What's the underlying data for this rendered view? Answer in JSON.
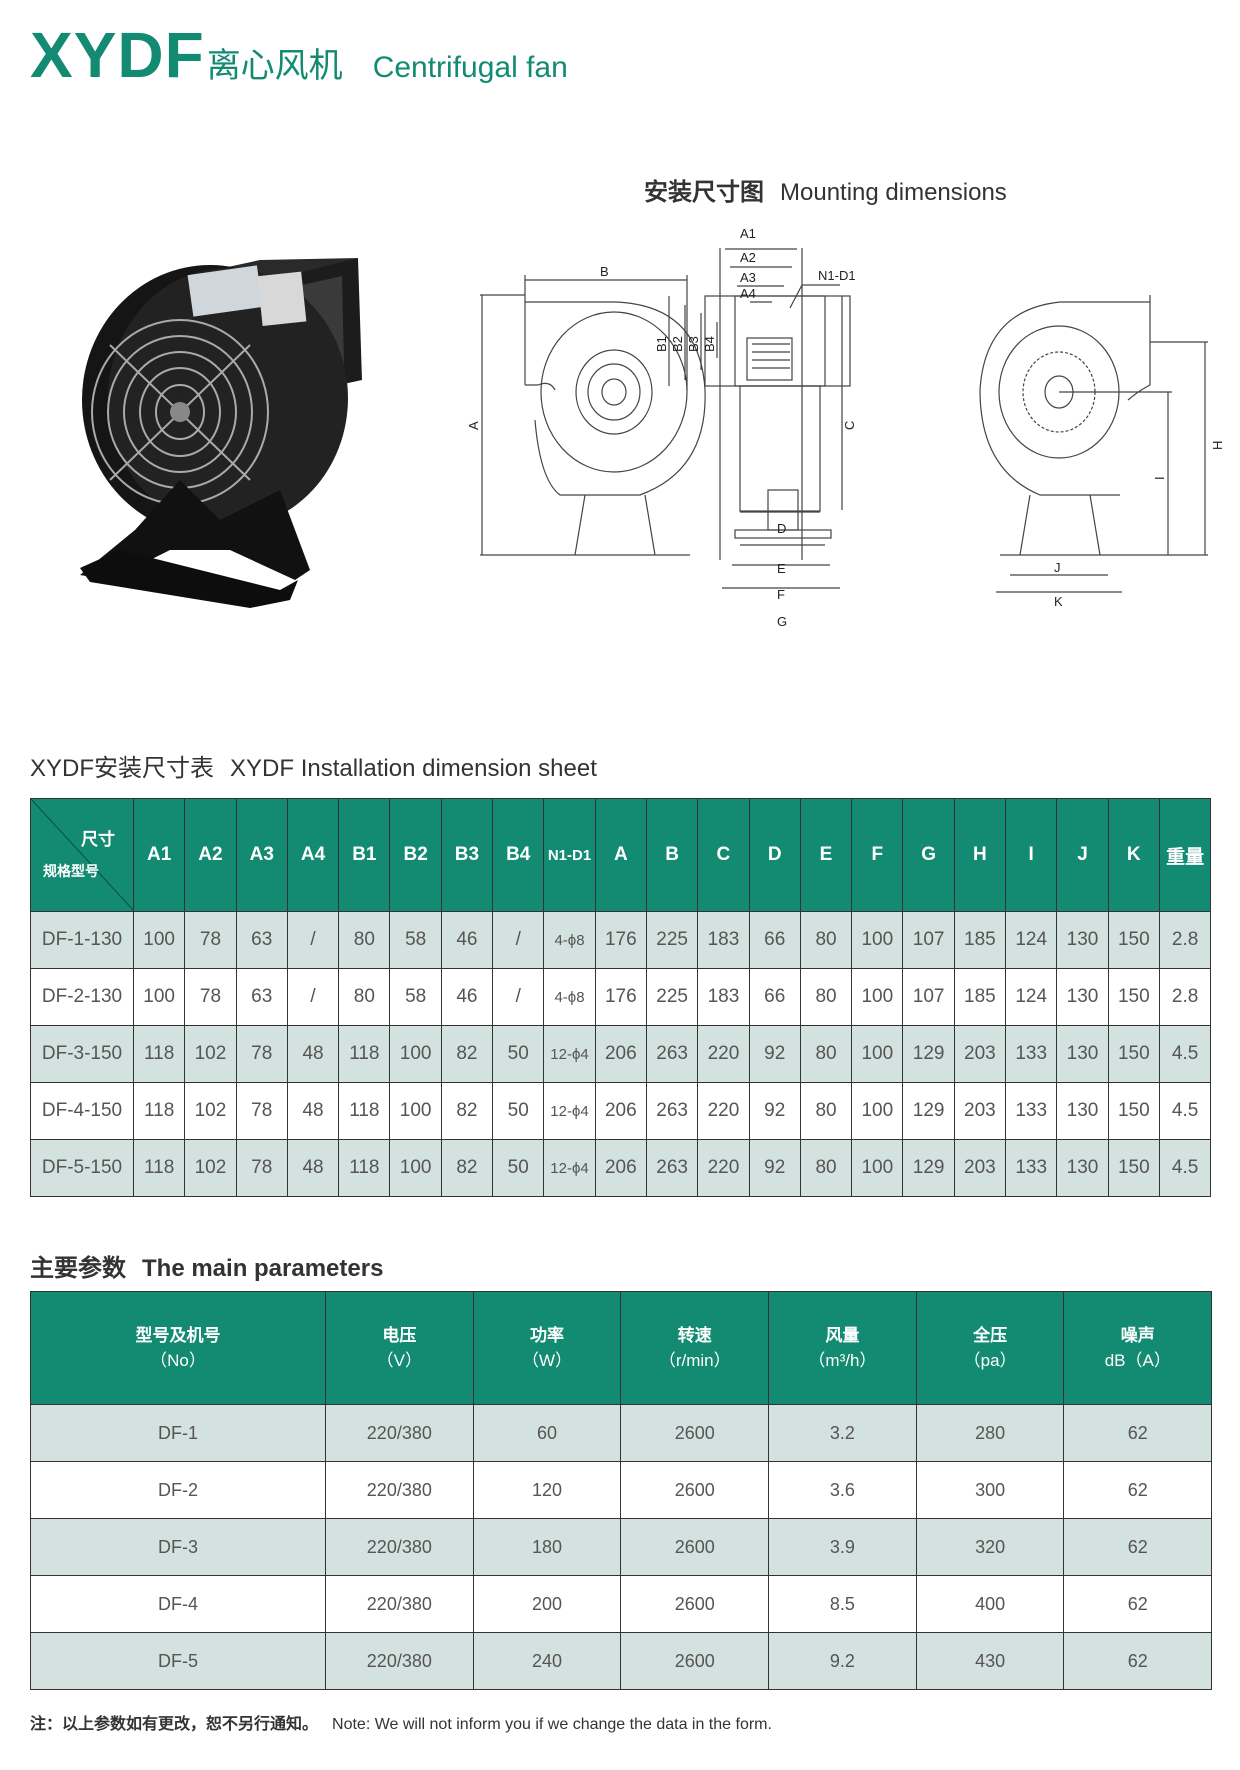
{
  "header": {
    "brand": "XYDF",
    "title_cn": "离心风机",
    "title_en": "Centrifugal fan"
  },
  "mounting": {
    "title_cn": "安装尺寸图",
    "title_en": "Mounting dimensions",
    "labels": {
      "A": "A",
      "B": "B",
      "A1": "A1",
      "A2": "A2",
      "A3": "A3",
      "A4": "A4",
      "N1D1": "N1-D1",
      "B1": "B1",
      "B2": "B2",
      "B3": "B3",
      "B4": "B4",
      "C": "C",
      "D": "D",
      "E": "E",
      "F": "F",
      "G": "G",
      "H": "H",
      "I": "I",
      "J": "J",
      "K": "K"
    }
  },
  "dimension_sheet": {
    "title_cn": "XYDF安装尺寸表",
    "title_en": "XYDF Installation dimension sheet",
    "corner_top": "尺寸",
    "corner_bottom": "规格型号",
    "columns": [
      "A1",
      "A2",
      "A3",
      "A4",
      "B1",
      "B2",
      "B3",
      "B4",
      "N1-D1",
      "A",
      "B",
      "C",
      "D",
      "E",
      "F",
      "G",
      "H",
      "I",
      "J",
      "K",
      "重量"
    ],
    "rows": [
      [
        "DF-1-130",
        "100",
        "78",
        "63",
        "/",
        "80",
        "58",
        "46",
        "/",
        "4-ϕ8",
        "176",
        "225",
        "183",
        "66",
        "80",
        "100",
        "107",
        "185",
        "124",
        "130",
        "150",
        "2.8"
      ],
      [
        "DF-2-130",
        "100",
        "78",
        "63",
        "/",
        "80",
        "58",
        "46",
        "/",
        "4-ϕ8",
        "176",
        "225",
        "183",
        "66",
        "80",
        "100",
        "107",
        "185",
        "124",
        "130",
        "150",
        "2.8"
      ],
      [
        "DF-3-150",
        "118",
        "102",
        "78",
        "48",
        "118",
        "100",
        "82",
        "50",
        "12-ϕ4",
        "206",
        "263",
        "220",
        "92",
        "80",
        "100",
        "129",
        "203",
        "133",
        "130",
        "150",
        "4.5"
      ],
      [
        "DF-4-150",
        "118",
        "102",
        "78",
        "48",
        "118",
        "100",
        "82",
        "50",
        "12-ϕ4",
        "206",
        "263",
        "220",
        "92",
        "80",
        "100",
        "129",
        "203",
        "133",
        "130",
        "150",
        "4.5"
      ],
      [
        "DF-5-150",
        "118",
        "102",
        "78",
        "48",
        "118",
        "100",
        "82",
        "50",
        "12-ϕ4",
        "206",
        "263",
        "220",
        "92",
        "80",
        "100",
        "129",
        "203",
        "133",
        "130",
        "150",
        "4.5"
      ]
    ]
  },
  "main_parameters": {
    "title_cn": "主要参数",
    "title_en": "The main parameters",
    "columns": [
      {
        "cn": "型号及机号",
        "unit": "（No）"
      },
      {
        "cn": "电压",
        "unit": "（V）"
      },
      {
        "cn": "功率",
        "unit": "（W）"
      },
      {
        "cn": "转速",
        "unit": "（r/min）"
      },
      {
        "cn": "风量",
        "unit": "（m³/h）"
      },
      {
        "cn": "全压",
        "unit": "（pa）"
      },
      {
        "cn": "噪声",
        "unit": "dB（A）"
      }
    ],
    "rows": [
      [
        "DF-1",
        "220/380",
        "60",
        "2600",
        "3.2",
        "280",
        "62"
      ],
      [
        "DF-2",
        "220/380",
        "120",
        "2600",
        "3.6",
        "300",
        "62"
      ],
      [
        "DF-3",
        "220/380",
        "180",
        "2600",
        "3.9",
        "320",
        "62"
      ],
      [
        "DF-4",
        "220/380",
        "200",
        "2600",
        "8.5",
        "400",
        "62"
      ],
      [
        "DF-5",
        "220/380",
        "240",
        "2600",
        "9.2",
        "430",
        "62"
      ]
    ]
  },
  "footnote": {
    "cn": "注：以上参数如有更改，恕不另行通知。",
    "en": "Note: We will not inform you if we change the data in the form."
  },
  "colors": {
    "accent": "#138a72",
    "row_tint": "#d3e2df"
  }
}
